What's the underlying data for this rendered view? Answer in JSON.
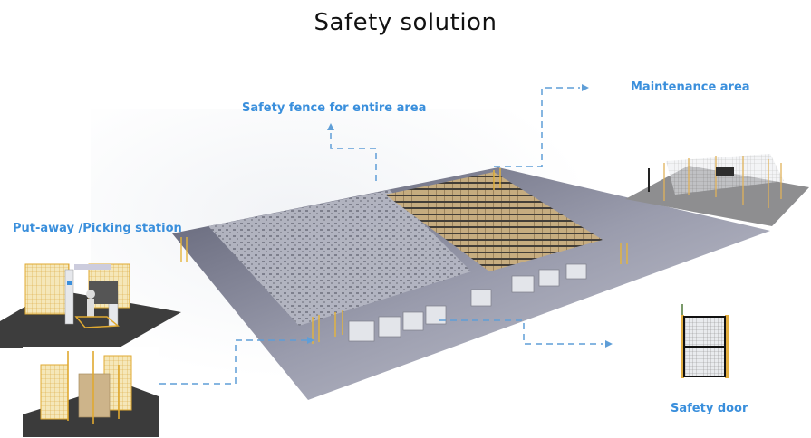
{
  "title": "Safety solution",
  "labels": {
    "safety_fence": "Safety fence for entire area",
    "maintenance_area": "Maintenance area",
    "picking_station": "Put-away /Picking station",
    "safety_door": "Safety door"
  },
  "colors": {
    "accent": "#3a8fdc",
    "fence_yellow": "#e8b84a",
    "floor": "#8a8c9e",
    "dark_floor": "#3c3c3c",
    "shelf_gray": "#a6a8b4",
    "carton_tan": "#c7ad7e"
  },
  "icons": {
    "arrows": [
      "arrow-up-icon",
      "arrow-right-icon"
    ]
  }
}
